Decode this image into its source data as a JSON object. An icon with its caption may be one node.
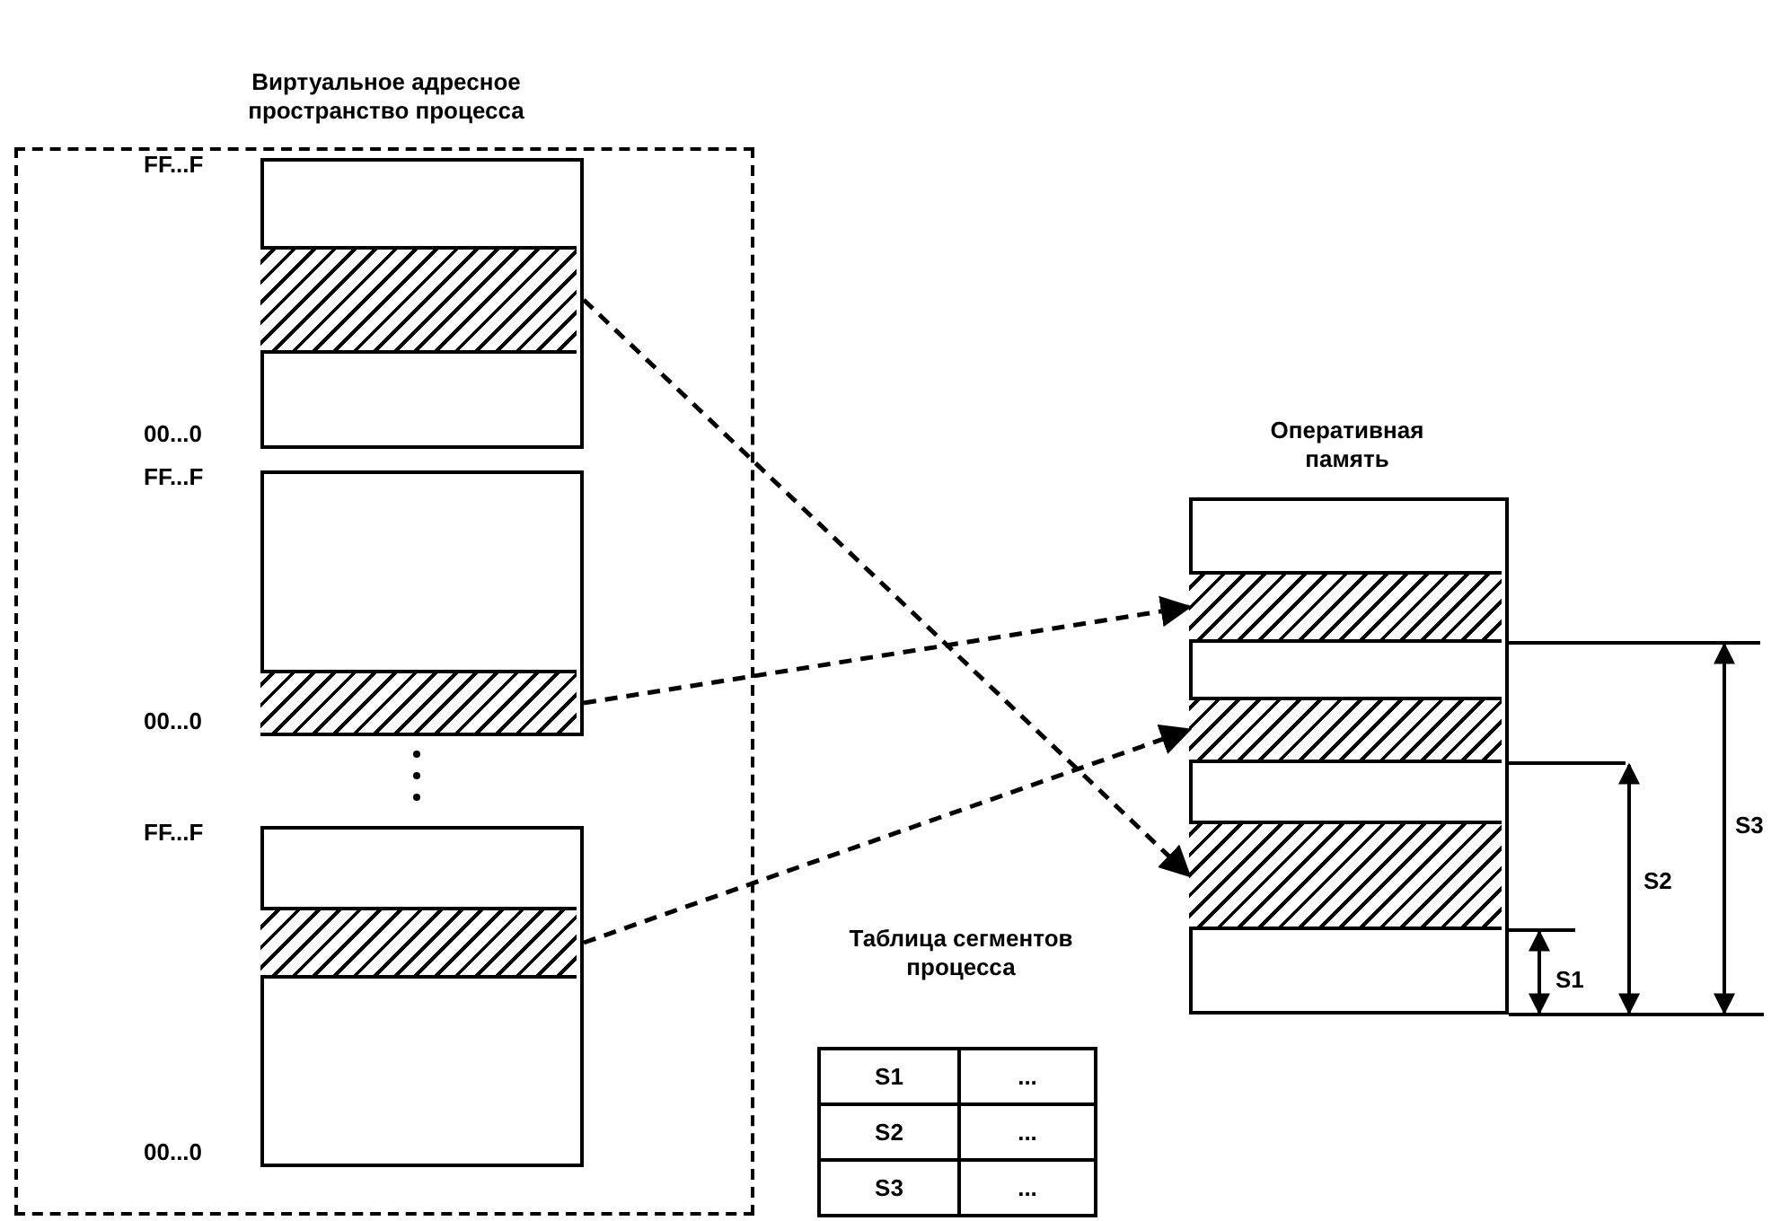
{
  "diagram": {
    "nodes": [
      {
        "text": [
          "Виртуальное адресное пространство процесса"
        ]
      },
      {
        "text": [],
        "shape": "box",
        "in": 0,
        "beside": [
          "FF...F",
          "00...0"
        ]
      },
      {
        "text": [],
        "shape": "bar",
        "in": 1
      },
      {
        "text": [],
        "shape": "box",
        "in": 0,
        "beside": [
          "FF...F",
          "00...0"
        ]
      },
      {
        "text": [],
        "shape": "bar",
        "in": 3
      },
      {
        "text": [],
        "shape": "box",
        "in": 0,
        "beside": [
          "FF...F",
          "00...0"
        ]
      },
      {
        "text": [],
        "shape": "bar",
        "in": 5
      },
      {
        "text": [
          "Оперативная память"
        ]
      },
      {
        "text": [],
        "shape": "bar",
        "in": 7
      },
      {
        "text": [],
        "shape": "bar",
        "in": 7
      },
      {
        "text": [],
        "shape": "bar",
        "in": 7
      }
    ],
    "edges": [
      {
        "from": 2,
        "to": 10,
        "arrow": "to",
        "style": "dashed"
      },
      {
        "from": 4,
        "to": 8,
        "arrow": "to",
        "style": "dashed"
      },
      {
        "from": 6,
        "to": 9,
        "arrow": "to",
        "style": "dashed"
      }
    ],
    "labels": [
      "S3",
      "S2",
      "Таблица сегментов процесса",
      "S1",
      "S1",
      "...",
      "S2",
      "...",
      "S3",
      "..."
    ]
  }
}
